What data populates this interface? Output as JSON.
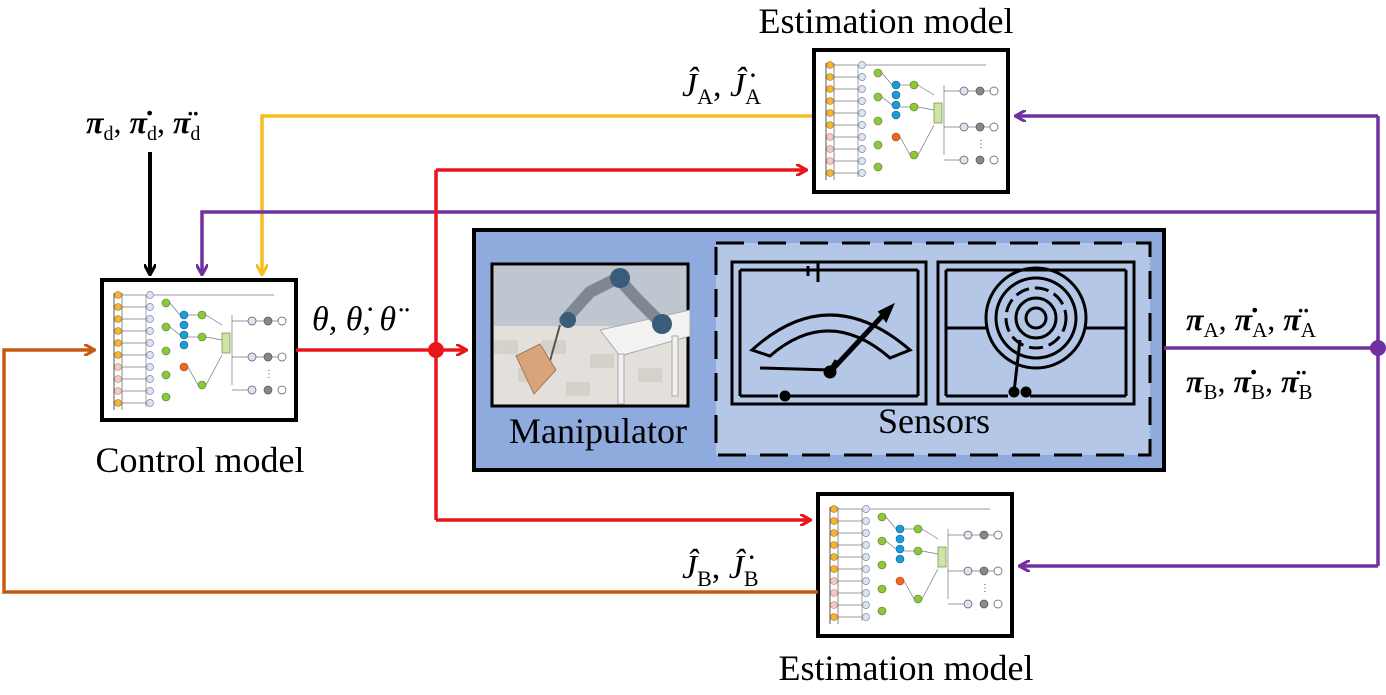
{
  "labels": {
    "estimation_top": "Estimation model",
    "estimation_bottom": "Estimation model",
    "control": "Control model",
    "manipulator": "Manipulator",
    "sensors": "Sensors"
  },
  "symbols": {
    "desired": "π_d, π̇_d, π̈_d",
    "joint": "θ, θ̇, θ̈",
    "jacobian_a": "Ĵ_A, Ĵ̇_A",
    "jacobian_b": "Ĵ_B, Ĵ̇_B",
    "pose_a": "π_A, π̇_A, π̈_A",
    "pose_b": "π_B, π̇_B, π̈_B",
    "sub_d": "d",
    "sub_a": "A",
    "sub_b": "B"
  },
  "colors": {
    "red": "#e8161b",
    "yellow": "#f6bd22",
    "purple": "#7030a0",
    "orange": "#c55a11",
    "black": "#000000",
    "panel": "#8faadc",
    "sensor_panel": "#b4c7e7"
  }
}
